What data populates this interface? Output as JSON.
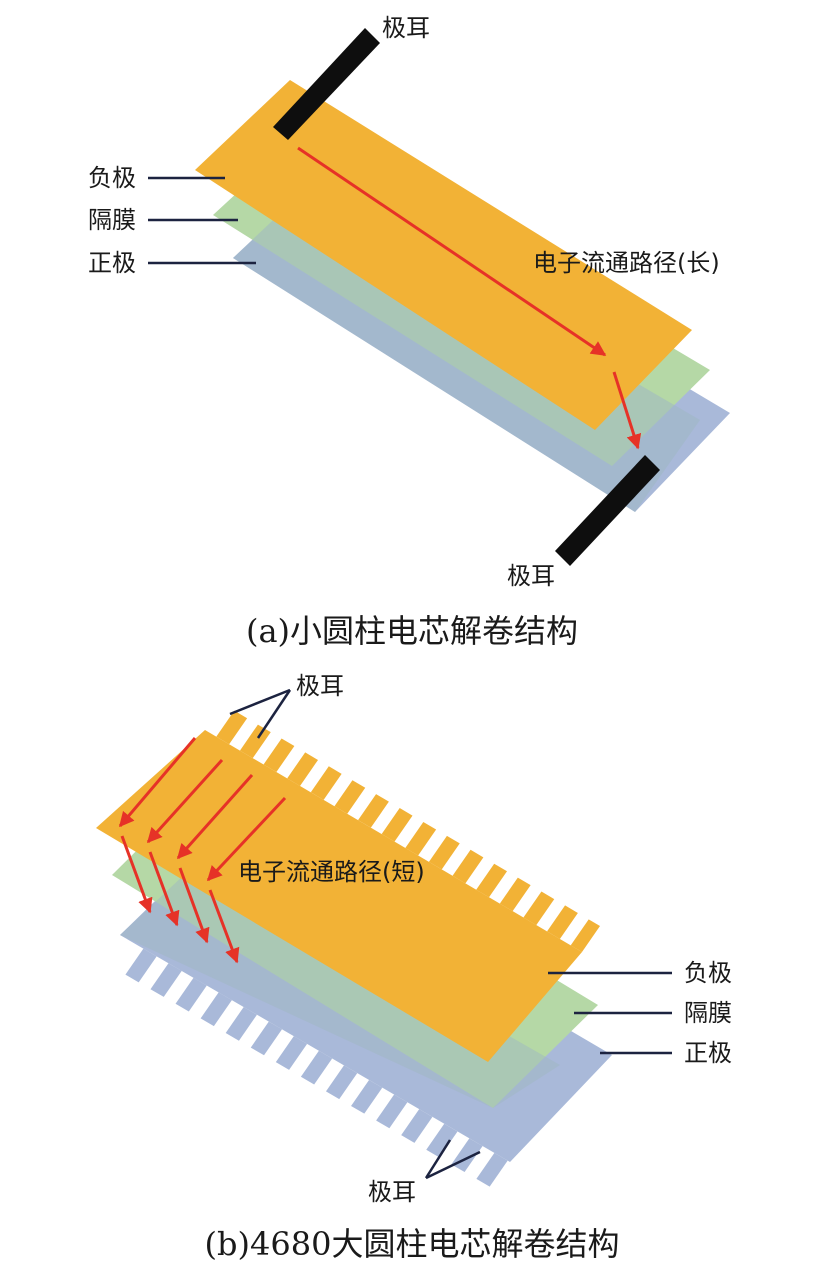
{
  "colors": {
    "negative": "#f2b236",
    "separator": "#b5d8a6",
    "positive": "#a9b9d9",
    "tab": "#0e0e0e",
    "arrow": "#e63227",
    "leader": "#1c2340"
  },
  "panel_a": {
    "tab_top_label": "极耳",
    "tab_bottom_label": "极耳",
    "negative_label": "负极",
    "separator_label": "隔膜",
    "positive_label": "正极",
    "path_label": "电子流通路径(长)",
    "caption": "(a)小圆柱电芯解卷结构"
  },
  "panel_b": {
    "tab_top_label": "极耳",
    "tab_bottom_label": "极耳",
    "negative_label": "负极",
    "separator_label": "隔膜",
    "positive_label": "正极",
    "path_label": "电子流通路径(短)",
    "caption": "(b)4680大圆柱电芯解卷结构"
  }
}
